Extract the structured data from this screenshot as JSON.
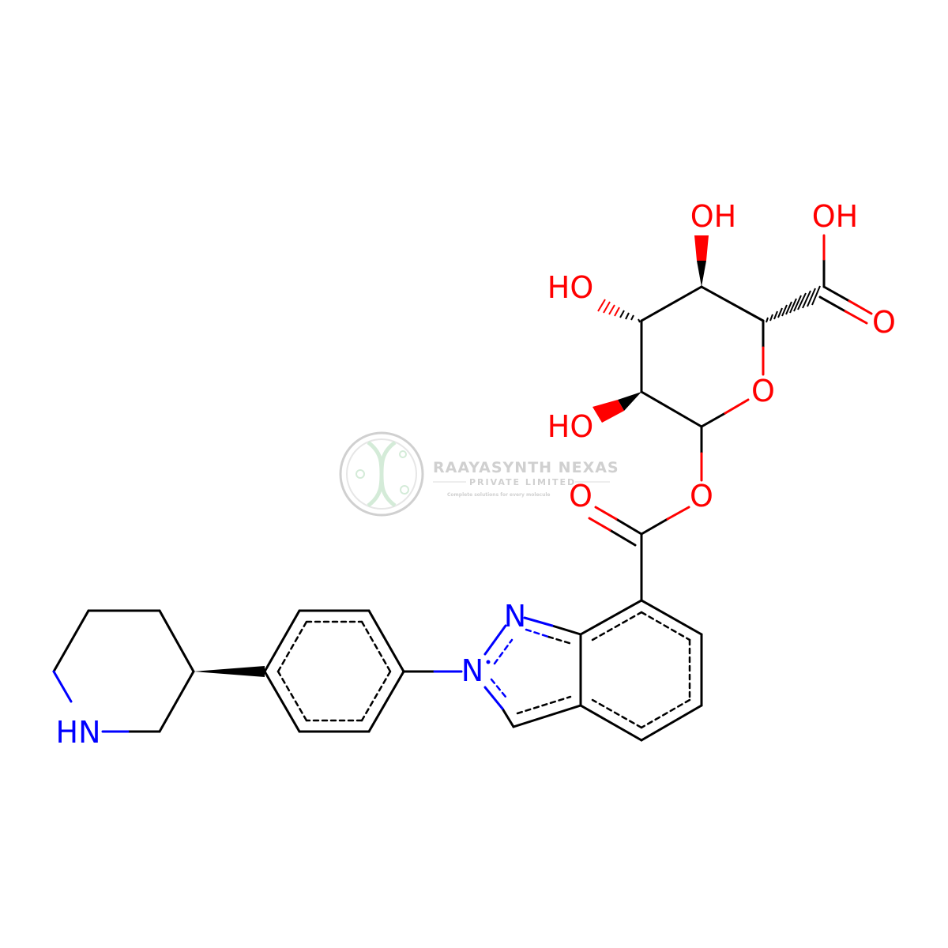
{
  "colors": {
    "bond": "#000000",
    "nitrogen": "#0000ff",
    "oxygen": "#ff0000",
    "watermark": "#c8c8c8",
    "watermark_icon": "#cde8d2"
  },
  "watermark": {
    "name": "RAAYASYNTH NEXAS",
    "subtitle": "PRIVATE LIMITED",
    "tagline": "Complete solutions for every molecule",
    "icon": "dna-helix-logo-icon"
  },
  "atoms": {
    "oh_top": "OH",
    "oh_acid": "OH",
    "ho_left": "HO",
    "o_carbonyl_acid": "O",
    "o_ring": "O",
    "ho_lower": "HO",
    "o_ester": "O",
    "o_carbonyl_ester": "O",
    "n_indazole_1": "N",
    "n_indazole_2": "N",
    "nh_piperidine": "HN"
  }
}
